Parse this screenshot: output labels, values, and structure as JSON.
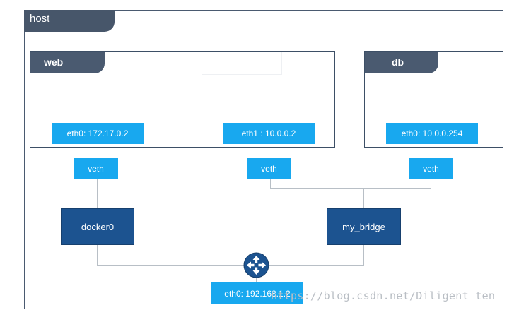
{
  "host": {
    "label": "host"
  },
  "containers": [
    {
      "id": "web",
      "label": "web",
      "interfaces": [
        "eth0: 172.17.0.2",
        "eth1 : 10.0.0.2"
      ]
    },
    {
      "id": "db",
      "label": "db",
      "interfaces": [
        "eth0: 10.0.0.254"
      ]
    }
  ],
  "veth": [
    "veth",
    "veth",
    "veth"
  ],
  "bridges": {
    "left": "docker0",
    "right": "my_bridge"
  },
  "host_interface": "eth0: 192.168.1.2",
  "watermark": "https://blog.csdn.net/Diligent_ten",
  "colors": {
    "frame": "#47566a",
    "interface": "#18a8ef",
    "bridge": "#1c5390",
    "line": "#b8bfc6"
  },
  "router_icon": "router-icon"
}
